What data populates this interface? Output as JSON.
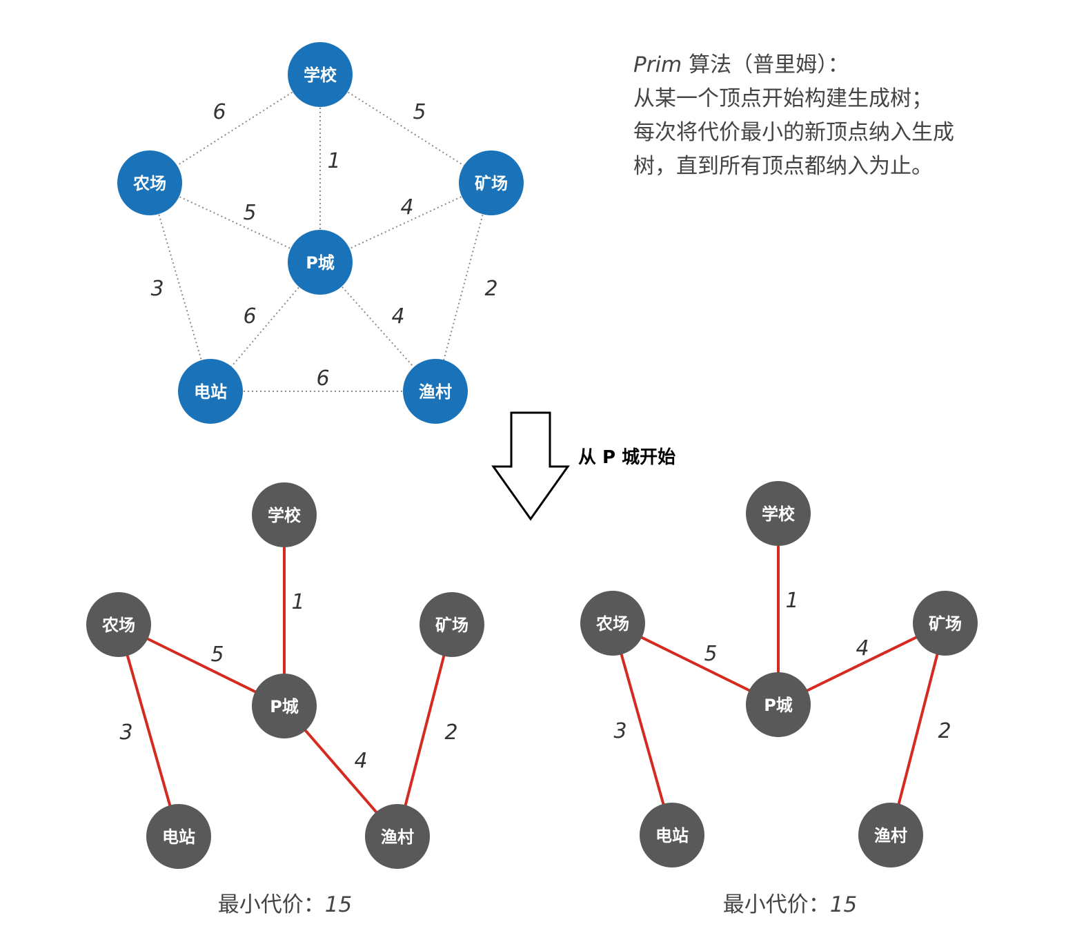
{
  "description": {
    "algorithm": "Prim",
    "title_rest": " 算法（普里姆）：",
    "lines": [
      "从某一个顶点开始构建生成树；",
      "每次将代价最小的新顶点纳入生成",
      "树，直到所有顶点都纳入为止。"
    ]
  },
  "arrow_label": "从 P 城开始",
  "colors": {
    "source_node": "#1a73b8",
    "result_node": "#595959",
    "mst_edge": "#d42a20",
    "graph_edge": "#888888"
  },
  "source_graph": {
    "nodes": [
      {
        "id": "school",
        "label": "学校"
      },
      {
        "id": "farm",
        "label": "农场"
      },
      {
        "id": "mine",
        "label": "矿场"
      },
      {
        "id": "pcity",
        "label": "P城"
      },
      {
        "id": "station",
        "label": "电站"
      },
      {
        "id": "village",
        "label": "渔村"
      }
    ],
    "edges": [
      {
        "from": "school",
        "to": "farm",
        "weight": "6"
      },
      {
        "from": "school",
        "to": "mine",
        "weight": "5"
      },
      {
        "from": "school",
        "to": "pcity",
        "weight": "1"
      },
      {
        "from": "farm",
        "to": "pcity",
        "weight": "5"
      },
      {
        "from": "mine",
        "to": "pcity",
        "weight": "4"
      },
      {
        "from": "farm",
        "to": "station",
        "weight": "3"
      },
      {
        "from": "mine",
        "to": "village",
        "weight": "2"
      },
      {
        "from": "pcity",
        "to": "station",
        "weight": "6"
      },
      {
        "from": "pcity",
        "to": "village",
        "weight": "4"
      },
      {
        "from": "station",
        "to": "village",
        "weight": "6"
      }
    ]
  },
  "results": [
    {
      "edges": [
        {
          "from": "school",
          "to": "pcity",
          "weight": "1"
        },
        {
          "from": "farm",
          "to": "pcity",
          "weight": "5"
        },
        {
          "from": "farm",
          "to": "station",
          "weight": "3"
        },
        {
          "from": "pcity",
          "to": "village",
          "weight": "4"
        },
        {
          "from": "mine",
          "to": "village",
          "weight": "2"
        }
      ],
      "cost_label": "最小代价：",
      "cost_value": "15"
    },
    {
      "edges": [
        {
          "from": "school",
          "to": "pcity",
          "weight": "1"
        },
        {
          "from": "farm",
          "to": "pcity",
          "weight": "5"
        },
        {
          "from": "mine",
          "to": "pcity",
          "weight": "4"
        },
        {
          "from": "farm",
          "to": "station",
          "weight": "3"
        },
        {
          "from": "mine",
          "to": "village",
          "weight": "2"
        }
      ],
      "cost_label": "最小代价：",
      "cost_value": "15"
    }
  ]
}
